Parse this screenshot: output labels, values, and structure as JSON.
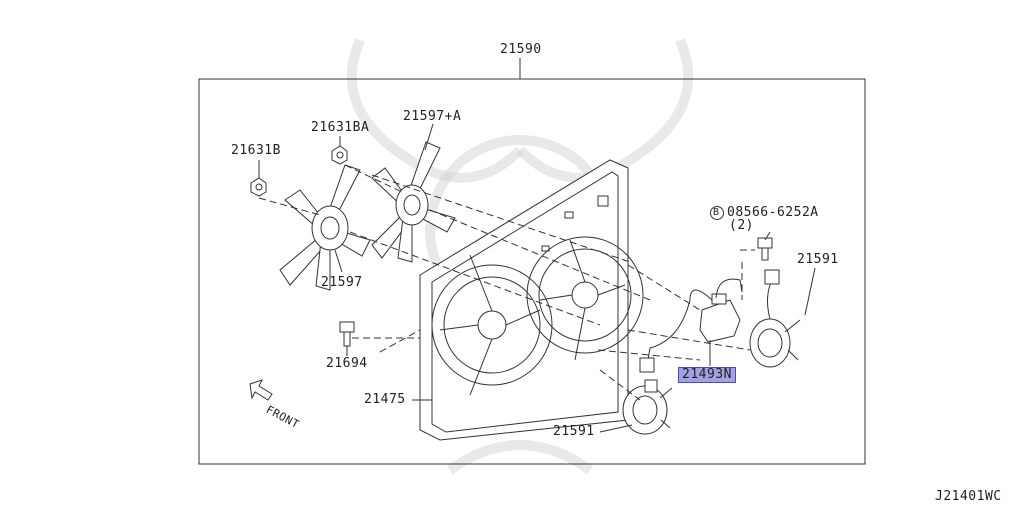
{
  "labels": {
    "assembly": "21590",
    "nut_a": "21631BA",
    "fan_a": "21597+A",
    "nut_b": "21631B",
    "bolt": "08566-6252A",
    "bolt_marker": "B",
    "bolt_qty": "(2)",
    "motor_right": "21591",
    "fan_b": "21597",
    "screw": "21694",
    "resistor": "21493N",
    "shroud": "21475",
    "motor_left": "21591",
    "front": "FRONT",
    "diagram_code": "J21401WC"
  },
  "colors": {
    "highlight": "#9fa3e6"
  }
}
